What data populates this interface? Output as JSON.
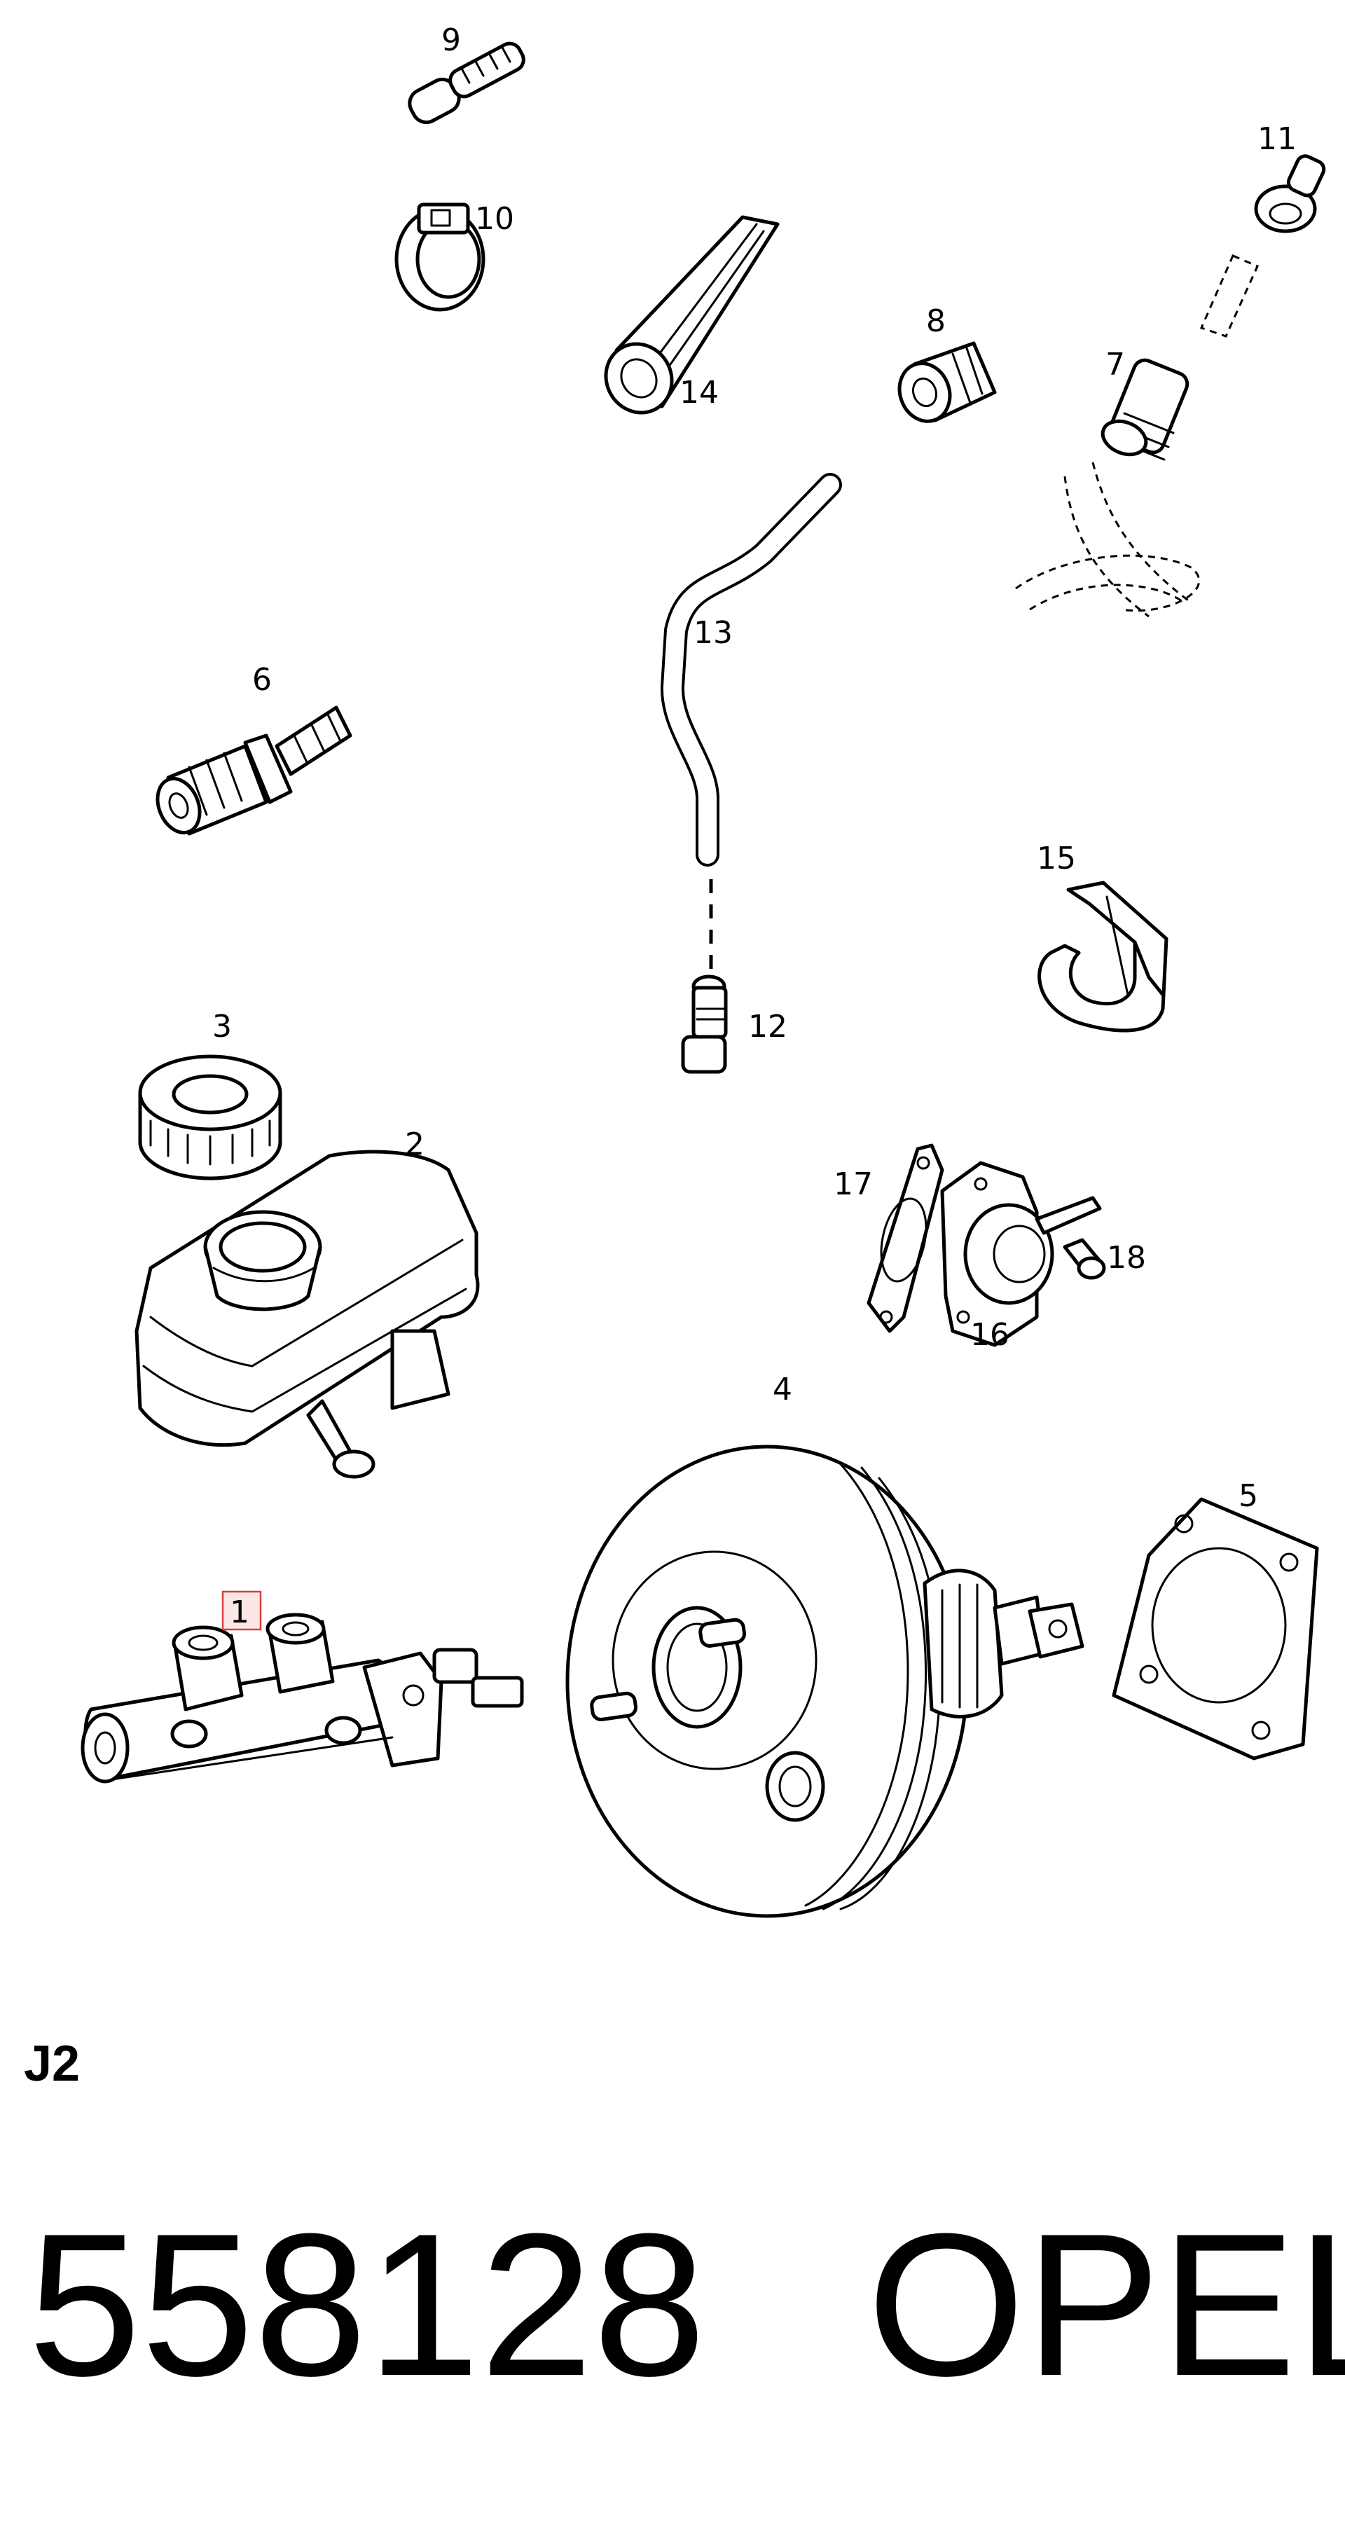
{
  "diagram": {
    "callouts": [
      "1",
      "2",
      "3",
      "4",
      "5",
      "6",
      "7",
      "8",
      "9",
      "10",
      "11",
      "12",
      "13",
      "14",
      "15",
      "16",
      "17",
      "18"
    ],
    "highlighted_callout": "1",
    "section_code": "J2"
  },
  "footer": {
    "part_number": "558128",
    "brand": "OPEL"
  },
  "colors": {
    "line": "#000000",
    "highlight_fill": "#fde6e6",
    "highlight_stroke": "#d84040"
  }
}
